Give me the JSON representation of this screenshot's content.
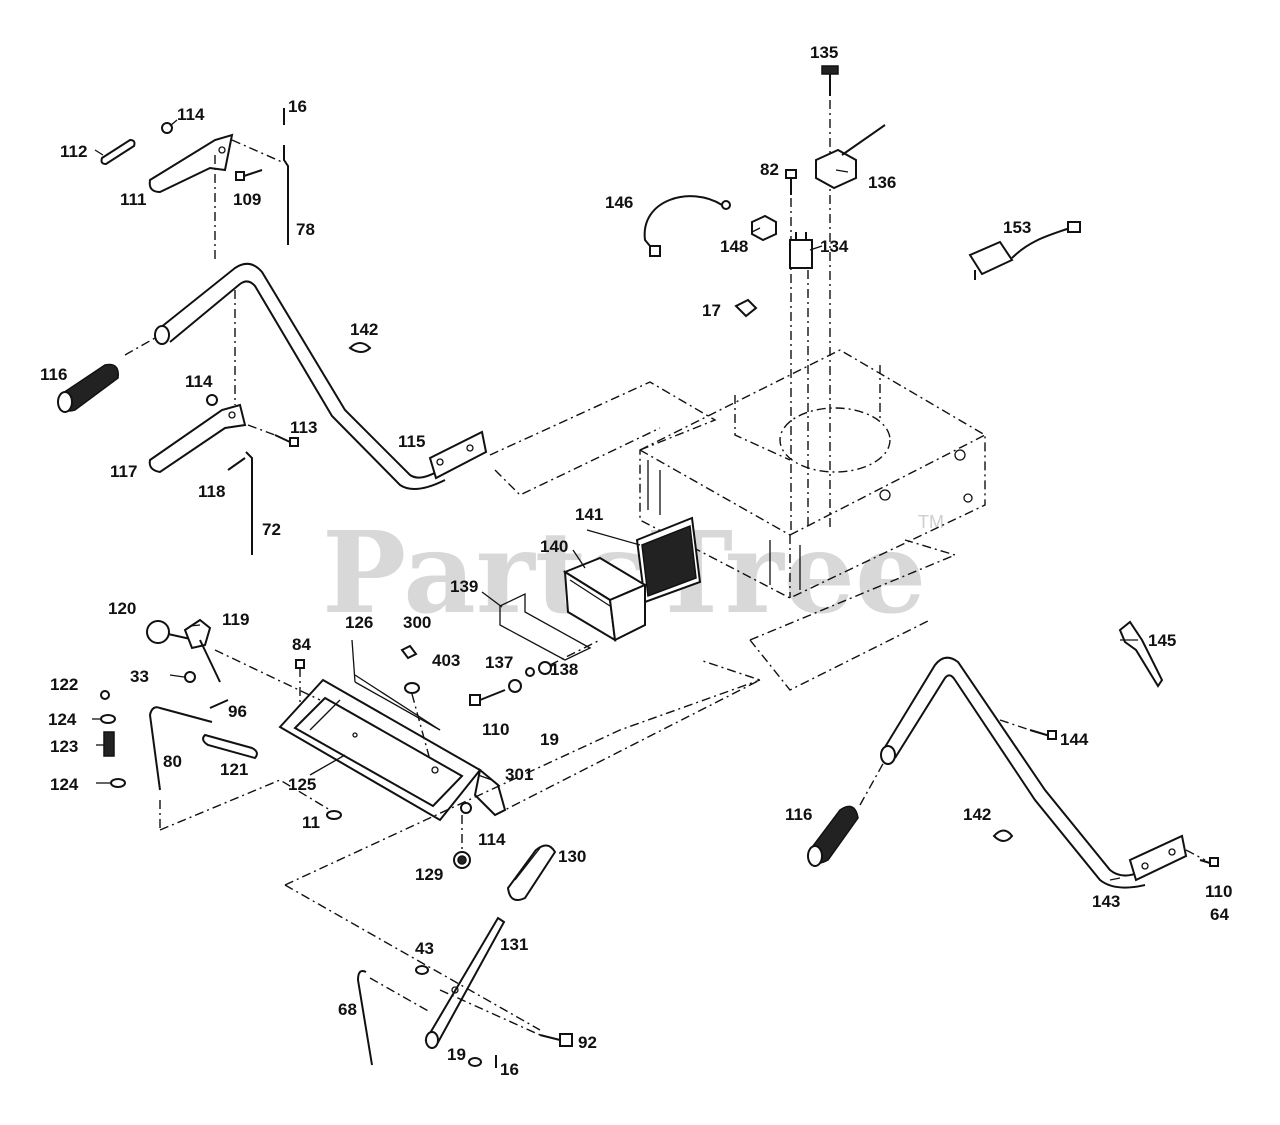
{
  "watermark": {
    "text": "PartsTree",
    "tm": "TM"
  },
  "labels": {
    "l135": "135",
    "l82": "82",
    "l136": "136",
    "l146": "146",
    "l148": "148",
    "l134": "134",
    "l153": "153",
    "l17": "17",
    "l142a": "142",
    "l114a": "114",
    "l16a": "16",
    "l112": "112",
    "l111": "111",
    "l109": "109",
    "l78": "78",
    "l116a": "116",
    "l114b": "114",
    "l113": "113",
    "l117": "117",
    "l118": "118",
    "l115": "115",
    "l72": "72",
    "l141": "141",
    "l140": "140",
    "l139": "139",
    "l120": "120",
    "l119": "119",
    "l33": "33",
    "l84": "84",
    "l126": "126",
    "l300": "300",
    "l403": "403",
    "l137": "137",
    "l138": "138",
    "l110a": "110",
    "l19a": "19",
    "l122": "122",
    "l124a": "124",
    "l96": "96",
    "l123": "123",
    "l80": "80",
    "l121": "121",
    "l124b": "124",
    "l125": "125",
    "l301": "301",
    "l11": "11",
    "l114c": "114",
    "l129": "129",
    "l130": "130",
    "l131": "131",
    "l43": "43",
    "l68": "68",
    "l19b": "19",
    "l16b": "16",
    "l92": "92",
    "l145": "145",
    "l144": "144",
    "l116b": "116",
    "l142b": "142",
    "l143": "143",
    "l110b": "110",
    "l64": "64"
  }
}
